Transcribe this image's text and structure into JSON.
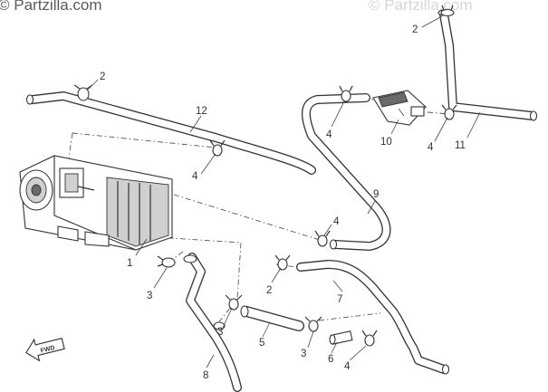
{
  "watermark": {
    "left": "© Partzilla.com",
    "right": "© Partzilla.com"
  },
  "callouts": [
    {
      "id": "ref-2-top-right",
      "label": "2"
    },
    {
      "id": "ref-2-top-left",
      "label": "2"
    },
    {
      "id": "ref-12",
      "label": "12"
    },
    {
      "id": "ref-4-upper-mid",
      "label": "4"
    },
    {
      "id": "ref-10",
      "label": "10"
    },
    {
      "id": "ref-4-right",
      "label": "4"
    },
    {
      "id": "ref-11",
      "label": "11"
    },
    {
      "id": "ref-4-center",
      "label": "4"
    },
    {
      "id": "ref-9",
      "label": "9"
    },
    {
      "id": "ref-4-mid-right",
      "label": "4"
    },
    {
      "id": "ref-1",
      "label": "1"
    },
    {
      "id": "ref-3-left",
      "label": "3"
    },
    {
      "id": "ref-2-mid",
      "label": "2"
    },
    {
      "id": "ref-7",
      "label": "7"
    },
    {
      "id": "ref-3-mid",
      "label": "3"
    },
    {
      "id": "ref-5",
      "label": "5"
    },
    {
      "id": "ref-3-lower",
      "label": "3"
    },
    {
      "id": "ref-6",
      "label": "6"
    },
    {
      "id": "ref-4-lower",
      "label": "4"
    },
    {
      "id": "ref-8",
      "label": "8"
    }
  ],
  "fwd_label": "FWD",
  "icons": {
    "direction_arrow": "fwd-arrow-icon",
    "copyright": "copyright-icon"
  }
}
